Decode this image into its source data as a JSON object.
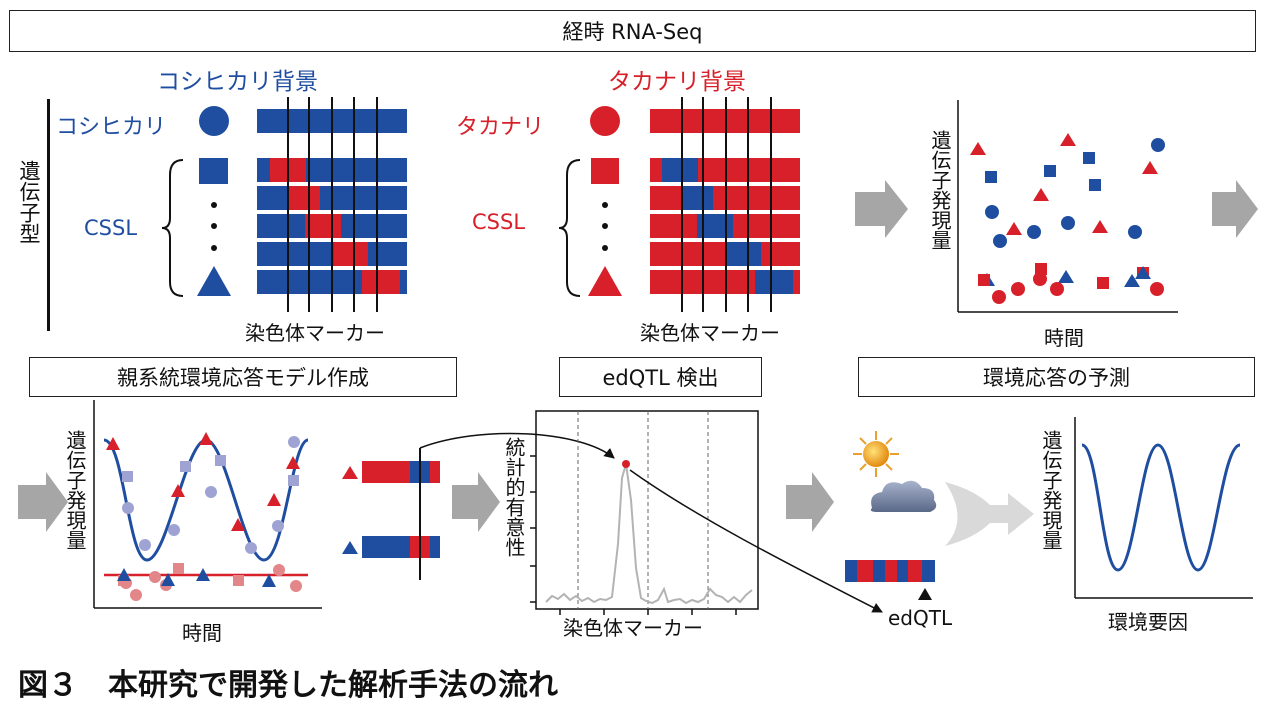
{
  "header_box": "経時 RNA-Seq",
  "koshi_bg_title": "コシヒカリ背景",
  "taka_bg_title": "タカナリ背景",
  "genotype_label": "遺伝子型",
  "koshi_parent_label": "コシヒカリ",
  "taka_parent_label": "タカナリ",
  "cssl_label": "CSSL",
  "marker_label": "染色体マーカー",
  "expression_label": "遺伝子発現量",
  "time_label": "時間",
  "step_model": "親系統環境応答モデル作成",
  "step_edqtl": "edQTL 検出",
  "step_predict": "環境応答の予測",
  "significance_label": "統計的有意性",
  "edqtl_label": "edQTL",
  "env_factor_label": "環境要因",
  "figure_caption": "図３　本研究で開発した解析手法の流れ",
  "colors": {
    "koshihikari": "#1f4ea1",
    "takanari": "#d7202a",
    "arrow": "#a6a6a6"
  }
}
